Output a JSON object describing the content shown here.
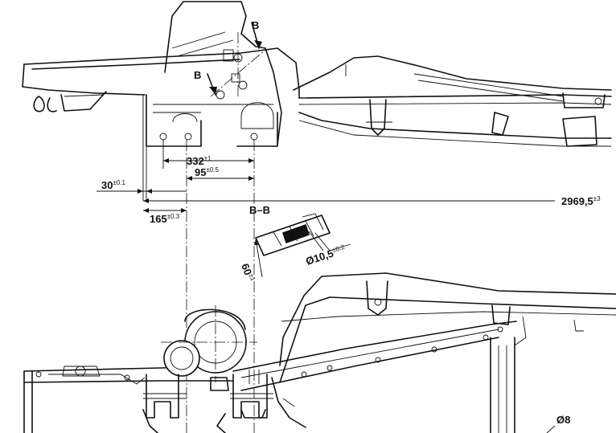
{
  "dimensions": {
    "d332": {
      "value": "332",
      "tol": "±1"
    },
    "d95": {
      "value": "95",
      "tol": "±0.5"
    },
    "d30": {
      "value": "30",
      "tol": "±0.1"
    },
    "d165": {
      "value": "165",
      "tol": "±0.3"
    },
    "d2969": {
      "value": "2969,5",
      "tol": "±3"
    },
    "d60": {
      "value": "60",
      "tol": "±1"
    },
    "d10": {
      "value": "Ø10,5",
      "tol": "±0.2"
    },
    "d8": {
      "value": "Ø8"
    }
  },
  "section": {
    "title": "B–B",
    "marker_a": "B",
    "marker_b": "B"
  }
}
